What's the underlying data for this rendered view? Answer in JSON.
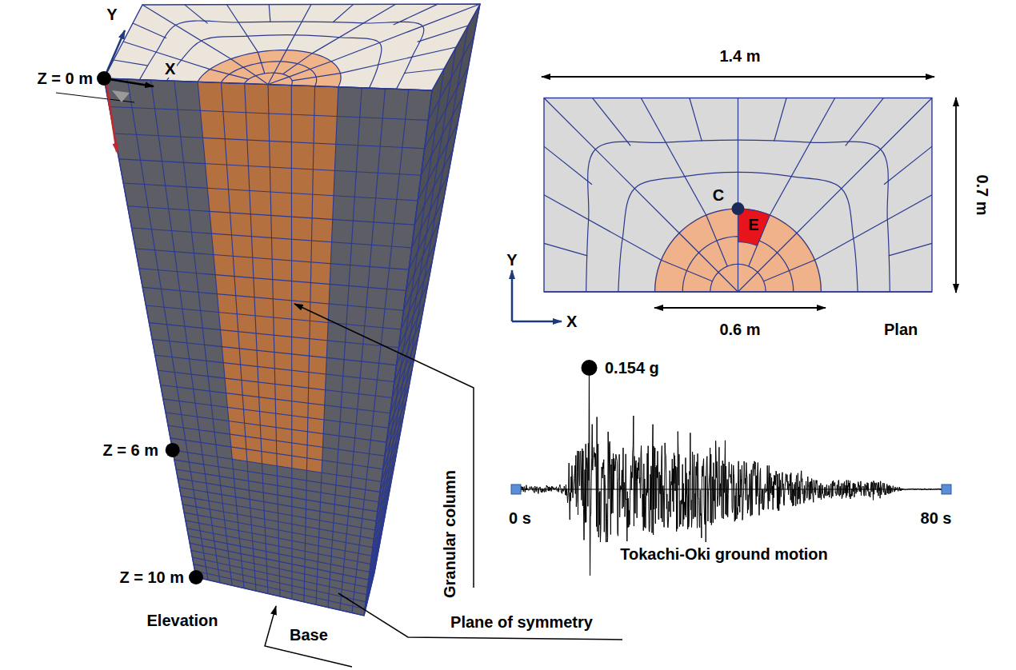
{
  "diagram": {
    "labels": [
      "1.4 m",
      "Z = 0 m",
      "Y",
      "X",
      "C",
      "0.7 m",
      "E",
      "Y",
      "0.154 g",
      "X",
      "0.6 m",
      "Plan",
      "Granular column",
      "Z = 6 m",
      "0 s",
      "80 s",
      "Tokachi-Oki ground motion",
      "Z = 10 m",
      "Elevation",
      "Plane of symmetry",
      "Base"
    ]
  }
}
